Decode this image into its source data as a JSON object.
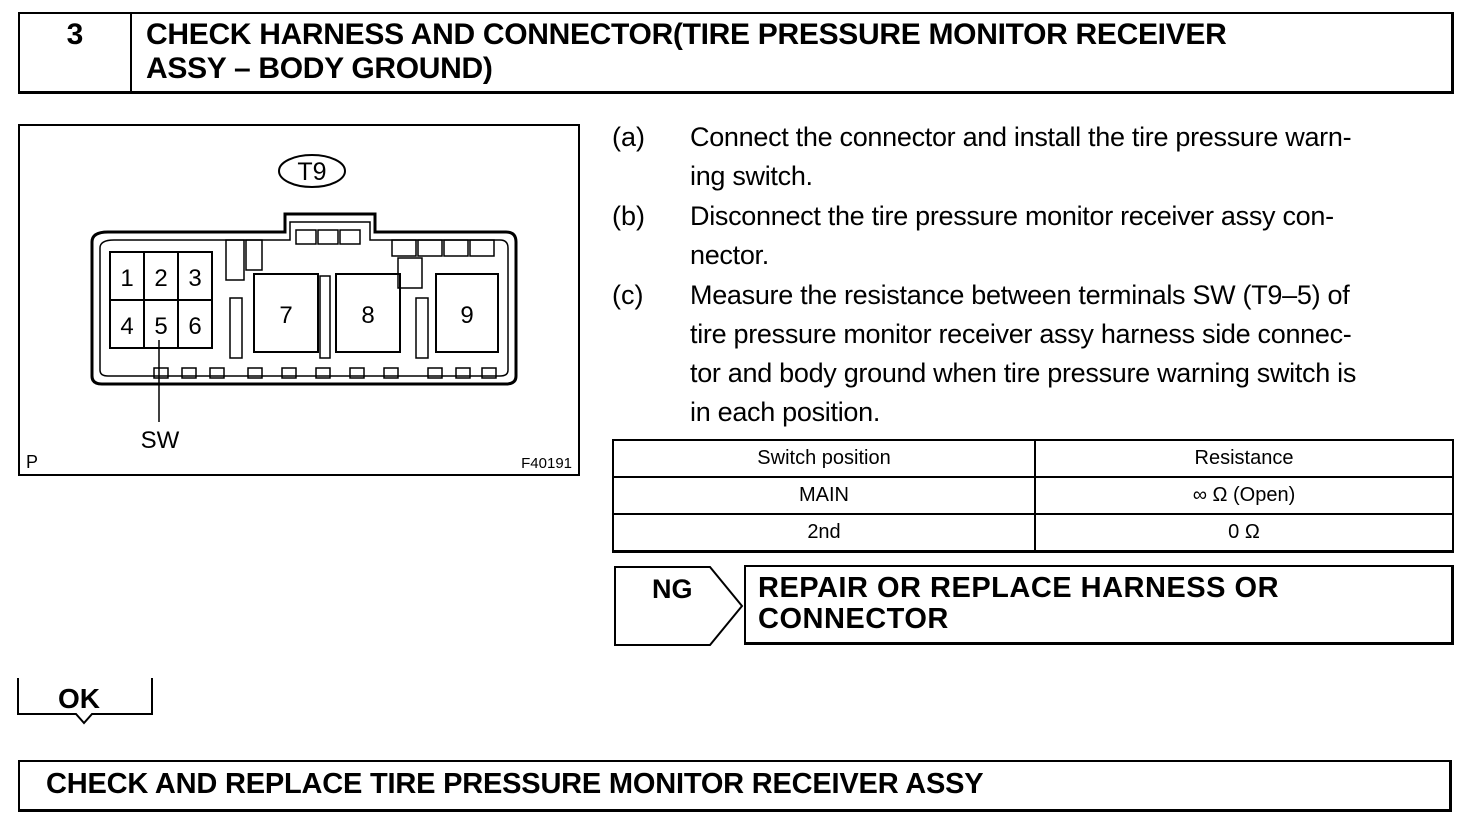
{
  "step": {
    "number": "3",
    "title_line1": "CHECK HARNESS AND CONNECTOR(TIRE PRESSURE MONITOR RECEIVER",
    "title_line2": "ASSY – BODY GROUND)"
  },
  "figure": {
    "connector_label": "T9",
    "terminals": [
      "1",
      "2",
      "3",
      "4",
      "5",
      "6",
      "7",
      "8",
      "9"
    ],
    "pointer_label": "SW",
    "corner_left": "P",
    "figure_id": "F40191"
  },
  "instructions": [
    {
      "label": "(a)",
      "line1": "Connect the connector and install the tire pressure warn-",
      "line2": "ing switch."
    },
    {
      "label": "(b)",
      "line1": "Disconnect the tire pressure monitor receiver assy con-",
      "line2": "nector."
    },
    {
      "label": "(c)",
      "line1": "Measure the resistance between terminals SW (T9–5) of",
      "line2": "tire pressure monitor receiver assy harness side connec-",
      "line3": "tor and body ground when tire pressure warning switch is",
      "line4": "in each position."
    }
  ],
  "table": {
    "headers": [
      "Switch position",
      "Resistance"
    ],
    "rows": [
      [
        "MAIN",
        "∞ Ω (Open)"
      ],
      [
        "2nd",
        "0 Ω"
      ]
    ]
  },
  "ng": {
    "label": "NG",
    "result_line1": "REPAIR OR REPLACE HARNESS OR",
    "result_line2": "CONNECTOR"
  },
  "ok": {
    "label": "OK"
  },
  "final_action": "CHECK AND REPLACE TIRE PRESSURE MONITOR RECEIVER ASSY"
}
